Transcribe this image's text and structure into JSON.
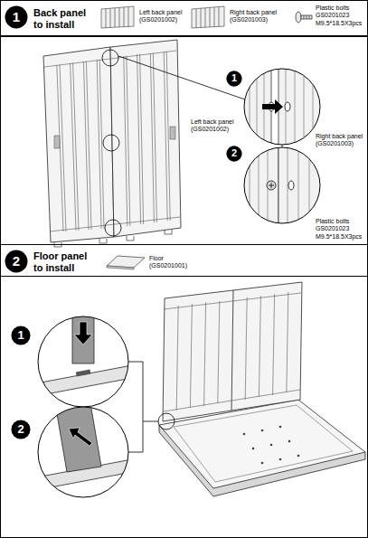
{
  "diagram": {
    "nodes": [
      {
        "text": [
          "Back panel to install",
          "Left back panel (GS0201002)",
          "Right back panel (GS0201003)",
          "Plastic bolts GS0201023 M9.5*18.5X3pcs"
        ]
      },
      {
        "text": [
          "1"
        ],
        "in": 0
      },
      {
        "text": [
          "Left back panel (GS0201002)",
          "Right back panel (GS0201003)",
          "Plastic bolts GS0201023 M9.5*18.5X3pcs"
        ]
      },
      {
        "text": [
          "1"
        ],
        "in": 2
      },
      {
        "text": [
          "2"
        ],
        "in": 2
      },
      {
        "text": [
          "Floor panel to install",
          "Floor (GS0201001)"
        ]
      },
      {
        "text": [
          "2"
        ],
        "in": 5
      },
      {
        "text": [
          "1"
        ]
      },
      {
        "text": [
          "2"
        ]
      }
    ]
  }
}
